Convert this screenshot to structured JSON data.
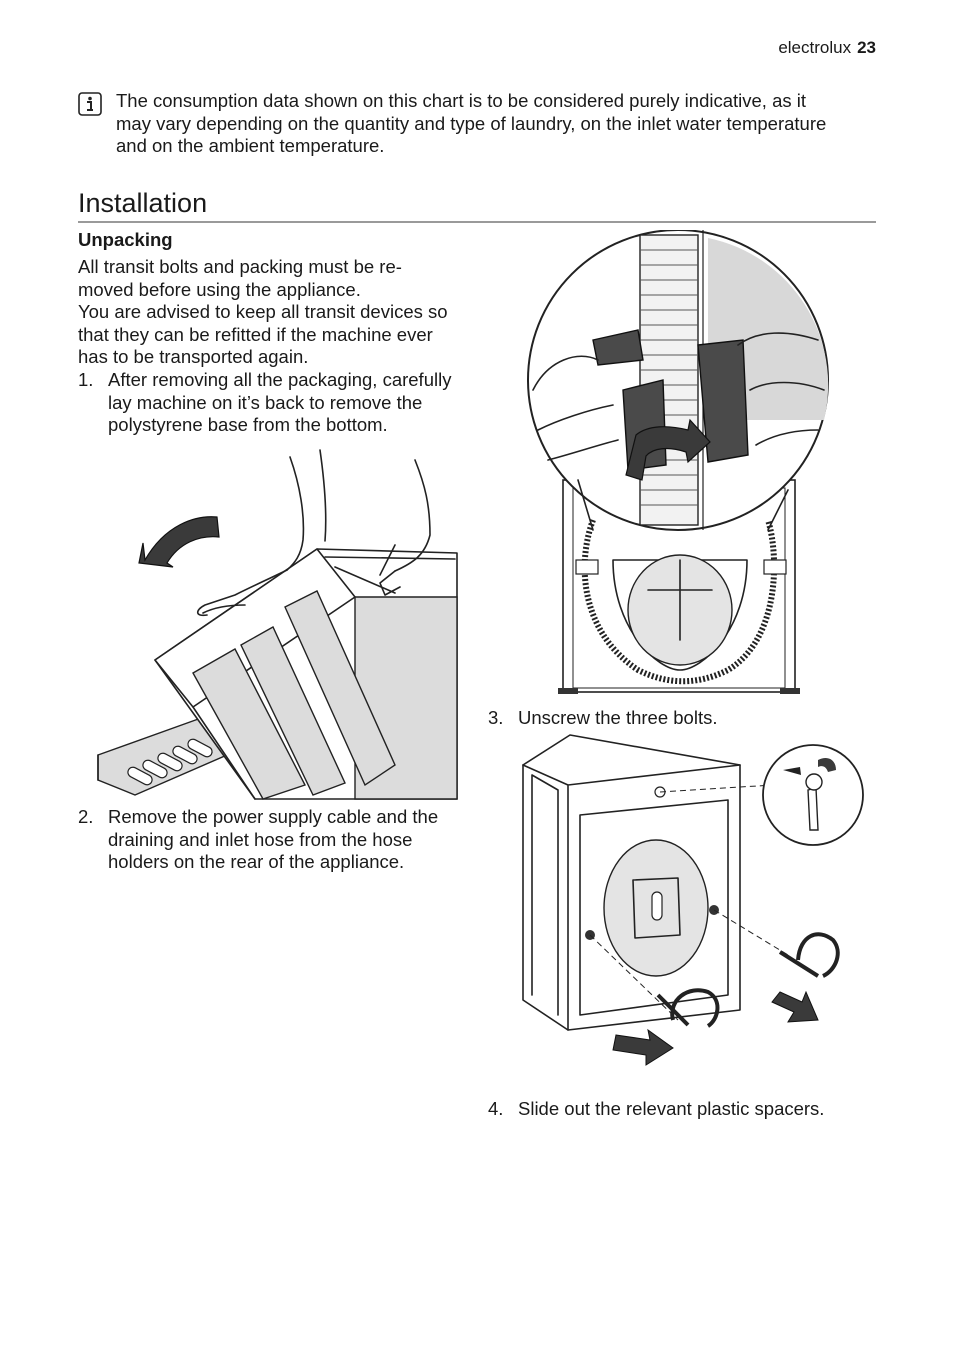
{
  "header": {
    "brand": "electrolux",
    "page_number": "23"
  },
  "note": {
    "icon": "info-icon",
    "lines": [
      "The consumption data shown on this chart is to be considered purely indicative, as it",
      "may vary depending on the quantity and type of laundry, on the inlet water temperature",
      "and on the ambient temperature."
    ]
  },
  "section": {
    "title": "Installation"
  },
  "unpacking": {
    "title": "Unpacking",
    "intro_lines": [
      "All transit bolts and packing must be re-",
      "moved before using the appliance.",
      "You are advised to keep all transit devices so",
      "that they can be refitted if the machine ever",
      "has to be transported again."
    ],
    "steps": [
      {
        "num": "1.",
        "lines": [
          "After removing all the packaging, carefully",
          "lay machine on it’s back to remove the",
          "polystyrene base from the bottom."
        ]
      },
      {
        "num": "2.",
        "lines": [
          "Remove the power supply cable and the",
          "draining and inlet hose from the hose",
          "holders on the rear of the appliance."
        ]
      },
      {
        "num": "3.",
        "lines": [
          "Unscrew the three bolts."
        ]
      },
      {
        "num": "4.",
        "lines": [
          "Slide out the relevant plastic spacers."
        ]
      }
    ]
  },
  "illustrations": {
    "tilt": "tilt-machine-illustration",
    "hose": "hose-holder-illustration",
    "bolts": "transit-bolts-illustration"
  }
}
